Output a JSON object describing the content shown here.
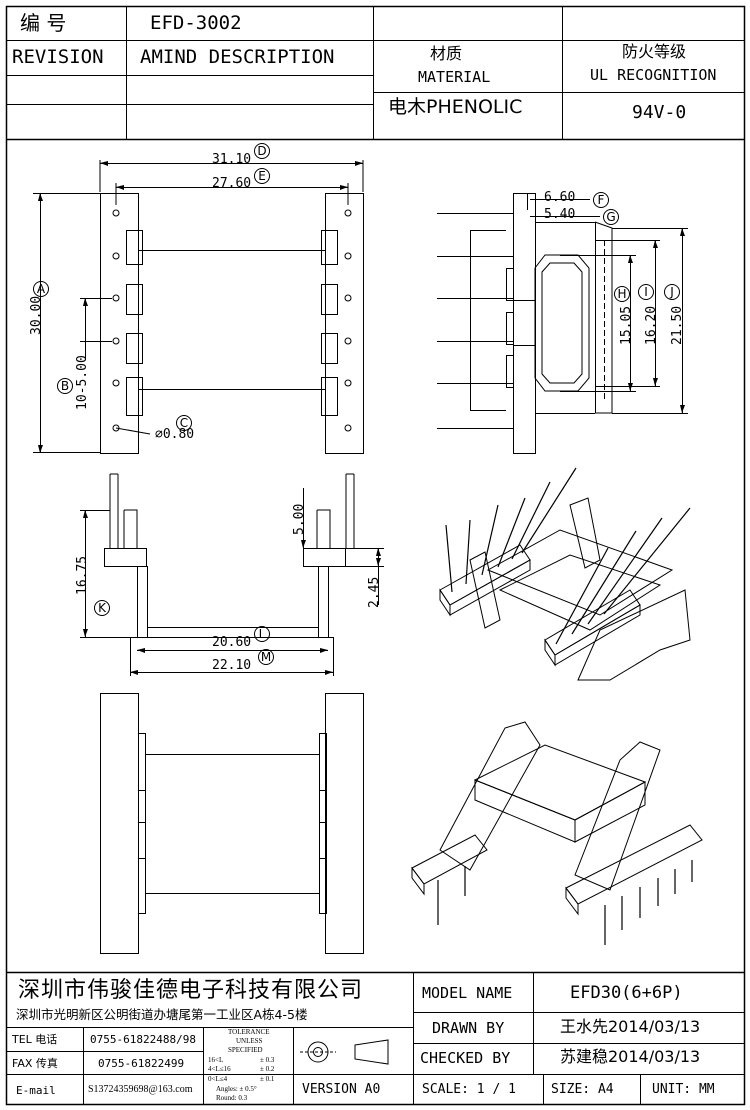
{
  "header": {
    "part_no_label": "编  号",
    "part_no": "EFD-3002",
    "revision_label": "REVISION",
    "amend_label": "AMIND DESCRIPTION",
    "material_cn": "材质",
    "material_en": "MATERIAL",
    "material_value": "电木PHENOLIC",
    "ul_cn": "防火等级",
    "ul_en": "UL RECOGNITION",
    "ul_value": "94V-0"
  },
  "dimensions": {
    "D": "31.10",
    "E": "27.60",
    "A": "30.00",
    "B": "10-5.00",
    "C": "⌀0.80",
    "F": "6.60",
    "G": "5.40",
    "H": "15.05",
    "I": "16.20",
    "J": "21.50",
    "side_top": "5.00",
    "side_mid": "2.45",
    "K": "16.75",
    "L": "20.60",
    "M": "22.10"
  },
  "markers": {
    "A": "A",
    "B": "B",
    "C": "C",
    "D": "D",
    "E": "E",
    "F": "F",
    "G": "G",
    "H": "H",
    "I": "I",
    "J": "J",
    "K": "K",
    "L": "L",
    "M": "M"
  },
  "footer": {
    "company": "深圳市伟骏佳德电子科技有限公司",
    "address": "深圳市光明新区公明街道办塘尾第一工业区A栋4-5楼",
    "tel_label": "TEL 电话",
    "tel": "0755-61822488/98",
    "fax_label": "FAX 传真",
    "fax": "0755-61822499",
    "email_label": "E-mail",
    "email": "S13724359698@163.com",
    "tolerance": [
      "TOLERANCE",
      "UNLESS",
      "SPECIFIED"
    ],
    "tol_rows": [
      {
        "range": "16<L",
        "val": "± 0.3"
      },
      {
        "range": "4<L≤16",
        "val": "± 0.2"
      },
      {
        "range": "0<L≤4",
        "val": "± 0.1"
      }
    ],
    "angles": "Angles: ± 0.5°",
    "round": "Round: 0.3",
    "version": "VERSION A0",
    "model_label": "MODEL NAME",
    "model": "EFD30(6+6P)",
    "drawn_label": "DRAWN BY",
    "drawn": "王水先2014/03/13",
    "checked_label": "CHECKED BY",
    "checked": "苏建稳2014/03/13",
    "scale": "SCALE:  1 / 1",
    "size": "SIZE:  A4",
    "unit": "UNIT:  MM"
  }
}
